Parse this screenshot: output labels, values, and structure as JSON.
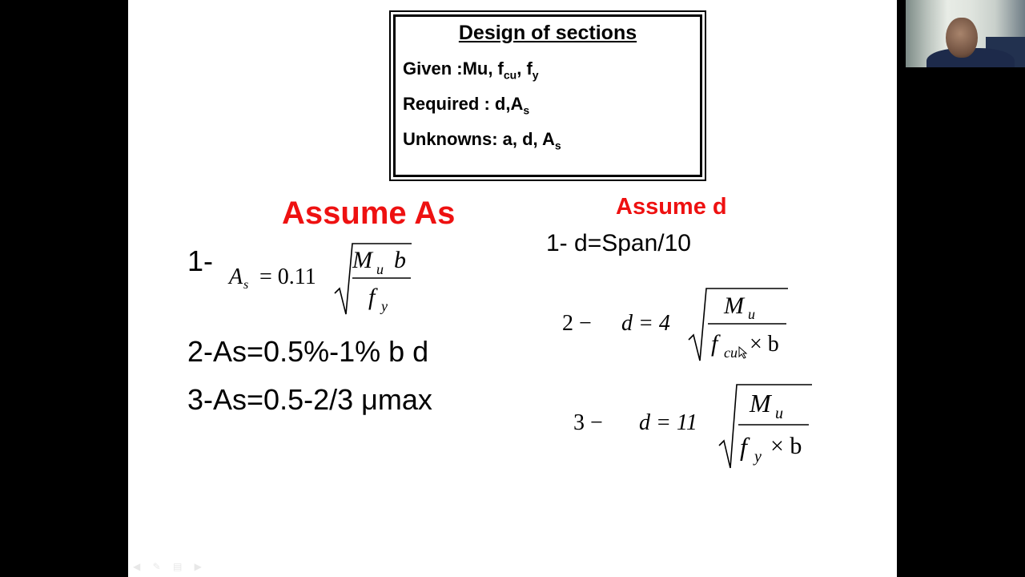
{
  "box": {
    "title": "Design of sections",
    "given_prefix": "Given :Mu, f",
    "given_sub1": "cu",
    "given_mid": ", f",
    "given_sub2": "y",
    "required_prefix": "Required : d,A",
    "required_sub": "s",
    "unknowns_prefix": "Unknowns: a, d, A",
    "unknowns_sub": "s"
  },
  "left": {
    "heading": "Assume As",
    "item1_label": "1-",
    "f1_lhs": "A",
    "f1_lhs_sub": "s",
    "f1_eq": "= 0.11",
    "f1_num": "M",
    "f1_num_sub": "u",
    "f1_num_b": "b",
    "f1_den": "f",
    "f1_den_sub": "y",
    "item2": "2-As=0.5%-1% b d",
    "item3": "3-As=0.5-2/3 μmax"
  },
  "right": {
    "heading": "Assume d",
    "item1": "1- d=Span/10",
    "item2_label": "2 −",
    "f2_eq": "d = 4",
    "f2_num": "M",
    "f2_num_sub": "u",
    "f2_den": "f",
    "f2_den_sub": "cu",
    "f2_den_rest": "× b",
    "item3_label": "3 −",
    "f3_eq": "d = 11",
    "f3_num": "M",
    "f3_num_sub": "u",
    "f3_den": "f",
    "f3_den_sub": "y",
    "f3_den_rest": "× b"
  },
  "toolbar": {
    "icons": "◀ ✎ ▤ ▶"
  }
}
